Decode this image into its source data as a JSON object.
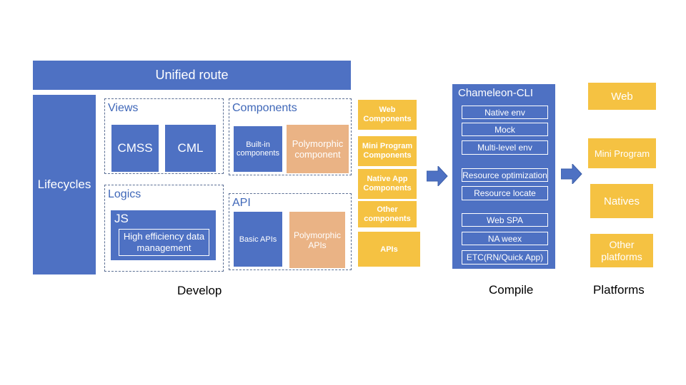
{
  "develop": {
    "unified_route": "Unified route",
    "lifecycles": "Lifecycles",
    "views": {
      "title": "Views",
      "cmss": "CMSS",
      "cml": "CML"
    },
    "components": {
      "title": "Components",
      "builtin": "Built-in components",
      "polymorphic": "Polymorphic component"
    },
    "logics": {
      "title": "Logics",
      "js": "JS",
      "data_mgmt": "High efficiency data management"
    },
    "api": {
      "title": "API",
      "basic": "Basic APIs",
      "polymorphic": "Polymorphic APIs"
    },
    "caption": "Develop"
  },
  "side_list": [
    "Web Components",
    "Mini Program Components",
    "Native App Components",
    "Other components",
    "APIs"
  ],
  "compile": {
    "title": "Chameleon-CLI",
    "items": [
      "Native env",
      "Mock",
      "Multi-level env",
      "Resource optimization",
      "Resource locate",
      "Web SPA",
      "NA weex",
      "ETC(RN/Quick App)"
    ],
    "caption": "Compile"
  },
  "platforms": {
    "items": [
      "Web",
      "Mini Program",
      "Natives",
      "Other platforms"
    ],
    "caption": "Platforms"
  },
  "colors": {
    "blue": "#4e71c3",
    "orange": "#eab385",
    "yellow": "#f5c242",
    "header_text": "#3f67b8"
  }
}
